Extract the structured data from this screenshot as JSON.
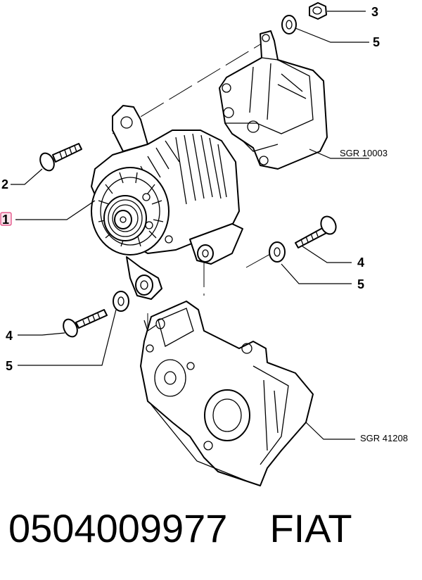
{
  "callouts": {
    "c3": "3",
    "c5_top": "5",
    "sgr_top": "SGR 10003",
    "c2": "2",
    "c1": "1",
    "c4_right": "4",
    "c5_right": "5",
    "c4_left": "4",
    "c5_left": "5",
    "sgr_bottom": "SGR 41208"
  },
  "footer": {
    "part_number": "0504009977",
    "brand": "FIAT"
  },
  "colors": {
    "highlight_box": "#e0407a",
    "highlight_fill": "#fbe3ec"
  }
}
